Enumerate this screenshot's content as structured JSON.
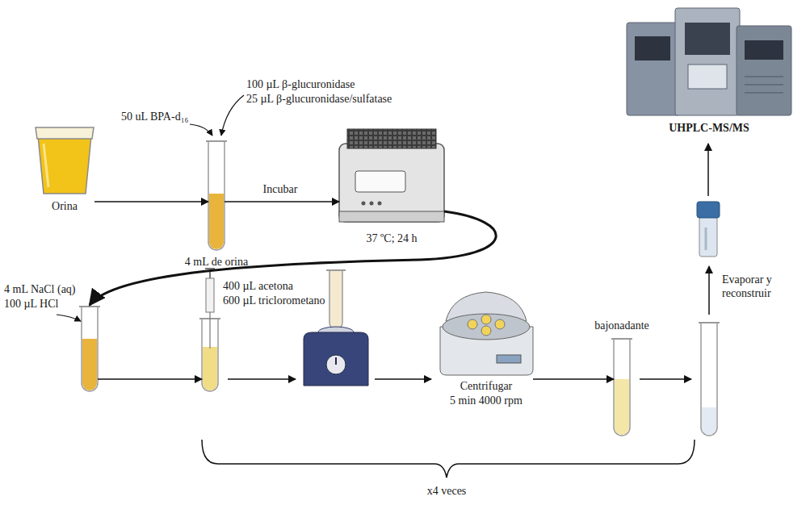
{
  "diagram": {
    "nodes": [
      {
        "text": [
          "Orina"
        ]
      },
      {
        "text": [
          "50 uL BPA-d₁₆",
          "100 µL β-glucuronidase",
          "25 µL β-glucuronidase/sulfatase",
          "4 mL de orina"
        ]
      },
      {
        "text": [
          "37 ºC; 24 h"
        ]
      },
      {
        "text": [
          "4 mL NaCl (aq)",
          "100 µL HCl"
        ]
      },
      {
        "text": [
          "400 µL acetona",
          "600 µL triclorometano"
        ]
      },
      {
        "text": [
          "Centrifugar",
          "5 min 4000 rpm"
        ]
      },
      {
        "text": [
          "bajonadante"
        ]
      },
      {
        "text": [
          "UHPLC-MS/MS"
        ]
      }
    ],
    "edges": [
      {
        "from": 0,
        "to": 1,
        "arrow": "to"
      },
      {
        "from": 1,
        "to": 2,
        "label": "Incubar",
        "arrow": "to"
      },
      {
        "from": 2,
        "to": 3,
        "arrow": "to"
      },
      {
        "from": 3,
        "to": 4,
        "arrow": "to"
      },
      {
        "from": 5,
        "to": 6,
        "arrow": "to"
      }
    ],
    "labels": [
      "Evaporar y reconstruir",
      "x4 veces"
    ]
  }
}
